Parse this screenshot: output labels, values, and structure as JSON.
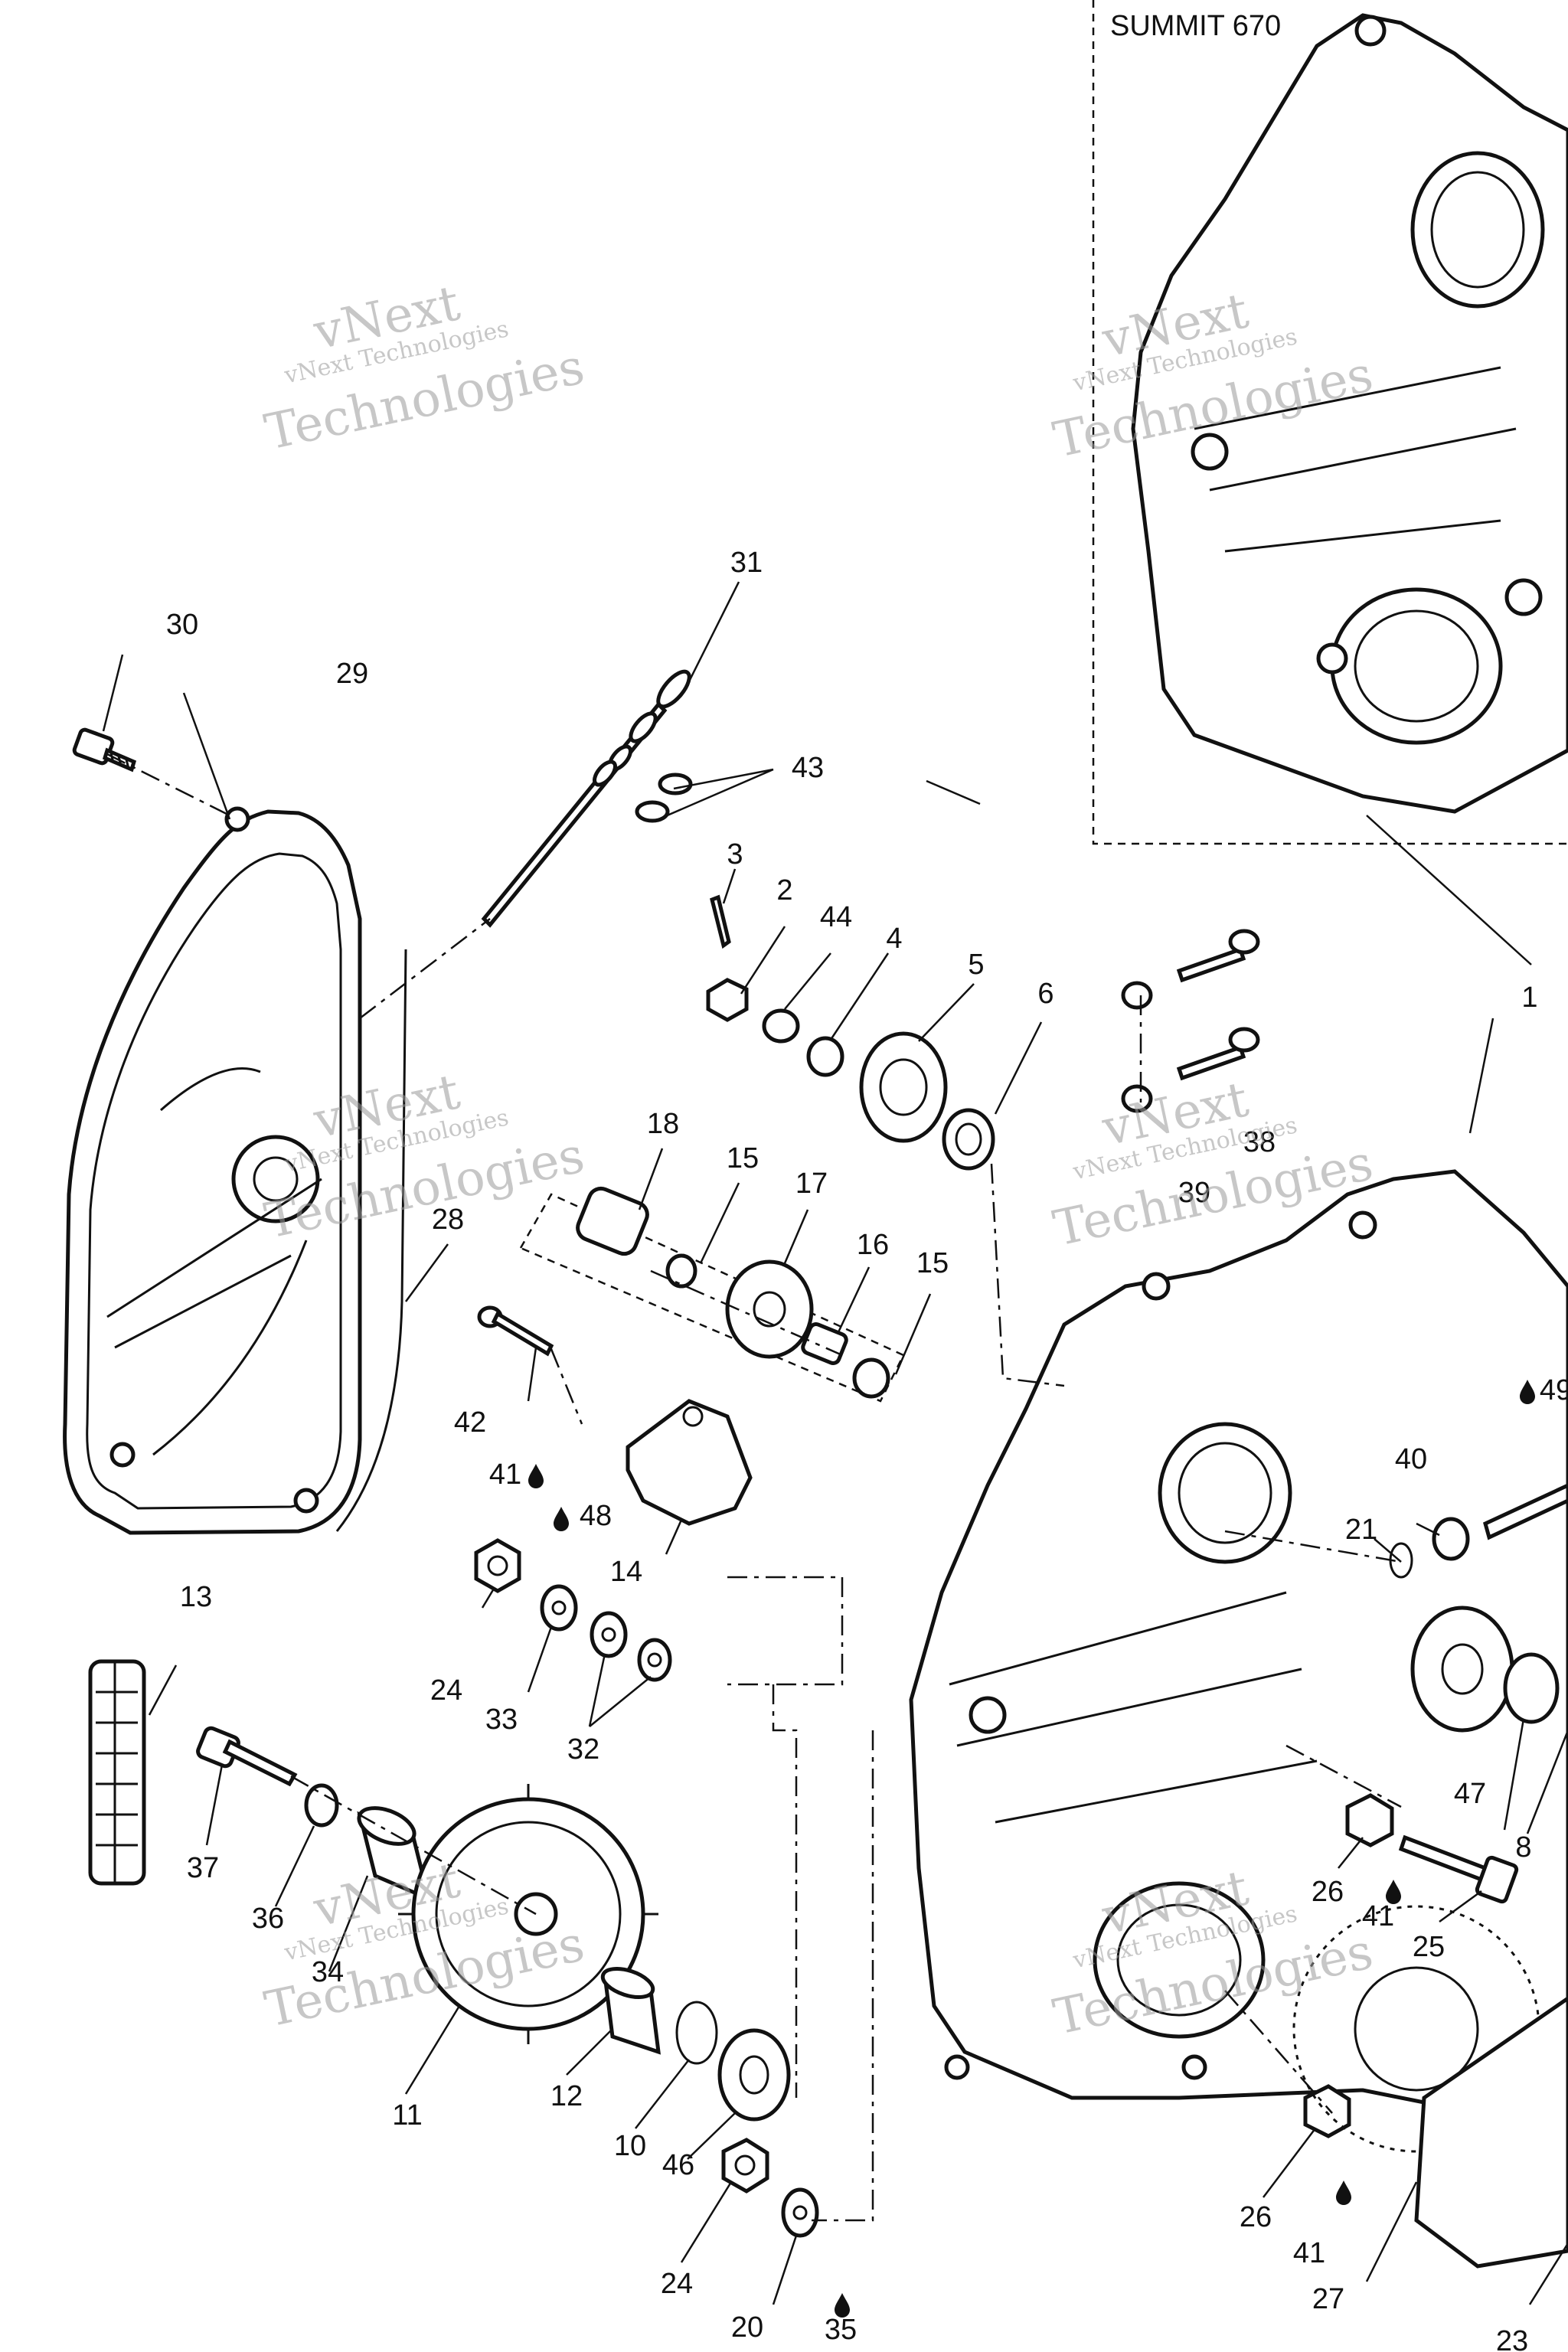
{
  "box_title": "SUMMIT 670",
  "watermark": {
    "line1": "vNext",
    "line2": "vNext Technologies",
    "line3": "Technologies"
  },
  "callouts": {
    "c1": "1",
    "c2": "2",
    "c3": "3",
    "c4": "4",
    "c5": "5",
    "c6": "6",
    "c8": "8",
    "c10": "10",
    "c11": "11",
    "c12": "12",
    "c13": "13",
    "c14": "14",
    "c15a": "15",
    "c15b": "15",
    "c16": "16",
    "c17": "17",
    "c18": "18",
    "c20": "20",
    "c21": "21",
    "c23": "23",
    "c24a": "24",
    "c24b": "24",
    "c25": "25",
    "c26a": "26",
    "c26b": "26",
    "c27": "27",
    "c28": "28",
    "c29": "29",
    "c30": "30",
    "c31": "31",
    "c32": "32",
    "c33": "33",
    "c34": "34",
    "c35": "35",
    "c36": "36",
    "c37": "37",
    "c38": "38",
    "c39": "39",
    "c40": "40",
    "c41a": "41",
    "c41b": "41",
    "c41c": "41",
    "c42": "42",
    "c43": "43",
    "c44": "44",
    "c46": "46",
    "c47": "47",
    "c48": "48",
    "c49": "49"
  },
  "icons": {
    "drop": "grease-drop-icon"
  }
}
